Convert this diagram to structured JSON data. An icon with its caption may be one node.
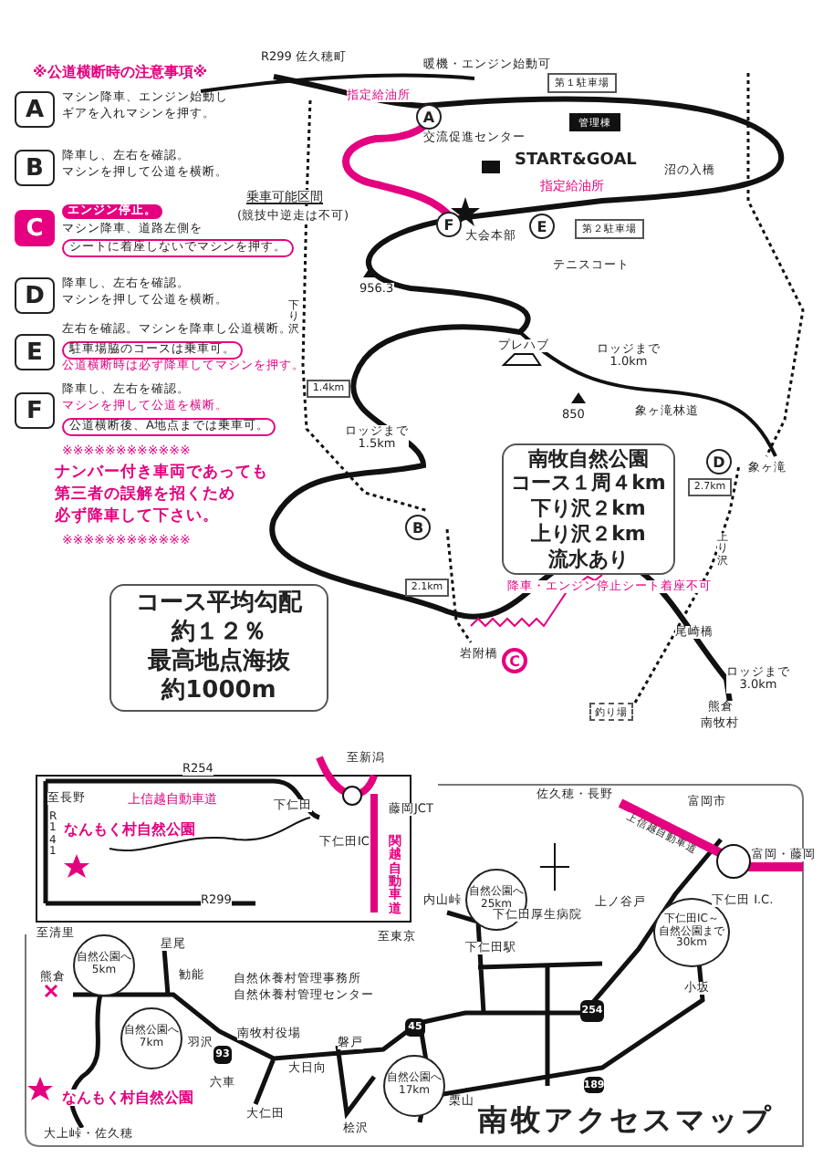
{
  "diagram": {
    "nodes": [
      {
        "text": [
          "A"
        ],
        "beside": [
          "マシン降車、エンジン始動し",
          "ギアを入れマシンを押す。"
        ]
      },
      {
        "text": [
          "B"
        ],
        "beside": [
          "降車し、左右を確認。",
          "マシンを押して公道を横断。"
        ]
      },
      {
        "text": [
          "C"
        ],
        "beside": [
          "エンジン停止。",
          "マシン降車、道路左側を",
          "シートに着座しないでマシンを押す。"
        ]
      },
      {
        "text": [
          "D"
        ],
        "beside": [
          "降車し、左右を確認。",
          "マシンを押して公道を横断。"
        ]
      },
      {
        "text": [
          "E"
        ],
        "beside": [
          "左右を確認。マシンを降車し公道横断。",
          "駐車場脇のコースは乗車可。",
          "公道横断時は必ず降車してマシンを押す。"
        ]
      },
      {
        "text": [
          "F"
        ],
        "beside": [
          "降車し、左右を確認。",
          "マシンを押して公道を横断。",
          "公道横断後、A地点までは乗車可。"
        ]
      },
      {
        "text": [
          "コース平均勾配",
          "約１２％",
          "最高地点海抜",
          "約1000m"
        ]
      },
      {
        "text": [
          "南牧自然公園",
          "コース１周４km",
          "下り沢２km",
          "上り沢２km",
          "流水あり"
        ]
      },
      {
        "text": [
          "A"
        ]
      },
      {
        "text": [
          "F"
        ]
      },
      {
        "text": [
          "E"
        ]
      },
      {
        "text": [
          "B"
        ]
      },
      {
        "text": [
          "D"
        ]
      },
      {
        "text": [
          "C"
        ]
      },
      {
        "text": [
          "第１駐車場"
        ]
      },
      {
        "text": [
          "第２駐車場"
        ]
      },
      {
        "text": [
          "管理棟"
        ]
      },
      {
        "text": [
          "1.4km"
        ]
      },
      {
        "text": [
          "2.1km"
        ]
      },
      {
        "text": [
          "2.7km"
        ]
      },
      {
        "text": [
          "釣り場"
        ]
      },
      {
        "text": [
          "自然公園へ",
          "5km"
        ]
      },
      {
        "text": [
          "自然公園へ",
          "7km"
        ]
      },
      {
        "text": [
          "自然公園へ",
          "17km"
        ]
      },
      {
        "text": [
          "自然公園へ",
          "25km"
        ]
      },
      {
        "text": [
          "下仁田IC～",
          "自然公園まで",
          "30km"
        ]
      },
      {
        "text": [
          "93"
        ]
      },
      {
        "text": [
          "45"
        ]
      },
      {
        "text": [
          "254"
        ]
      },
      {
        "text": [
          "189"
        ]
      }
    ],
    "labels": [
      "※公道横断時の注意事項※",
      "※※※※※※※※※※※※",
      "ナンバー付き車両であっても",
      "第三者の誤解を招くため",
      "必ず降車して下さい。",
      "※※※※※※※※※※※※",
      "R299 佐久穂町",
      "暖機・エンジン始動可",
      "指定給油所",
      "交流促進センター",
      "START&GOAL",
      "指定給油所",
      "大会本部",
      "乗車可能区間",
      "(競技中逆走は不可)",
      "956.3",
      "下り沢",
      "テニスコート",
      "沼の入橋",
      "プレハブ",
      "ロッジまで 1.0km",
      "850",
      "ロッジまで 1.5km",
      "象ヶ滝林道",
      "象ヶ滝",
      "上り沢",
      "岩附橋",
      "尾崎橋",
      "ロッジまで 3.0km",
      "熊倉",
      "南牧村",
      "降車・エンジン停止シート着座不可",
      "至長野",
      "上信越自動車道",
      "至新潟",
      "R254",
      "R141",
      "下仁田",
      "下仁田IC",
      "藤岡JCT",
      "関越自動車道",
      "なんもく村自然公園",
      "R299",
      "至清里",
      "至東京",
      "星尾",
      "熊倉",
      "勧能",
      "羽沢",
      "南牧村役場",
      "大日向",
      "六車",
      "大仁田",
      "自然休養村管理事務所",
      "自然休養村管理センター",
      "磐戸",
      "桧沢",
      "なんもく村自然公園",
      "大上峠・佐久穂",
      "佐久穂・長野",
      "上信越自動車道",
      "富岡市",
      "富岡・藤岡",
      "内山峠",
      "上ノ谷戸",
      "下仁田 I.C.",
      "下仁田厚生病院",
      "下仁田駅",
      "小坂",
      "栗山",
      "南牧アクセスマップ"
    ]
  }
}
